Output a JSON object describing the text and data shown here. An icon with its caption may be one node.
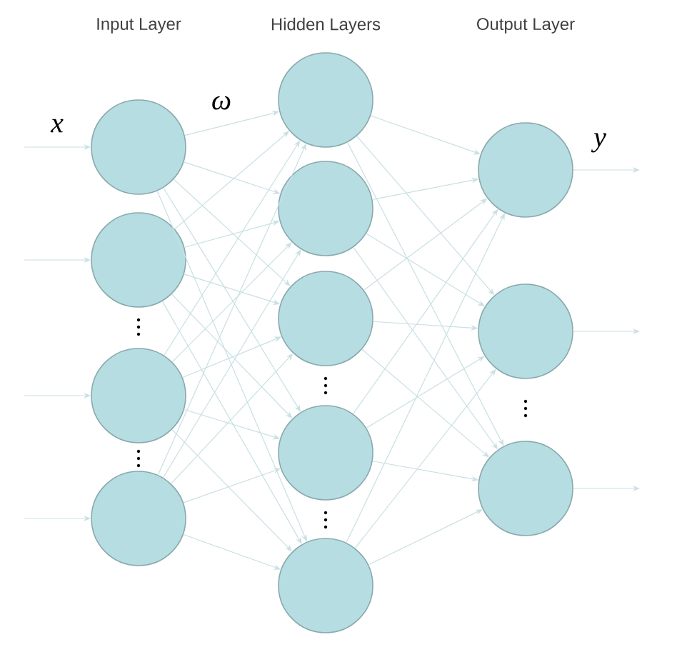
{
  "diagram": {
    "nodes": [
      {
        "text": [],
        "shape": "circle"
      },
      {
        "text": [],
        "shape": "circle"
      },
      {
        "text": [],
        "shape": "circle"
      },
      {
        "text": [],
        "shape": "circle"
      },
      {
        "text": [],
        "shape": "circle"
      },
      {
        "text": [],
        "shape": "circle"
      },
      {
        "text": [],
        "shape": "circle"
      },
      {
        "text": [],
        "shape": "circle"
      },
      {
        "text": [],
        "shape": "circle"
      },
      {
        "text": [],
        "shape": "circle"
      },
      {
        "text": [],
        "shape": "circle"
      },
      {
        "text": [],
        "shape": "circle"
      }
    ],
    "edges": [
      {
        "from": null,
        "to": 0,
        "arrow": "to"
      },
      {
        "from": null,
        "to": 1,
        "arrow": "to"
      },
      {
        "from": null,
        "to": 2,
        "arrow": "to"
      },
      {
        "from": null,
        "to": 3,
        "arrow": "to"
      },
      {
        "from": 0,
        "to": 4,
        "arrow": "to"
      },
      {
        "from": 0,
        "to": 5,
        "arrow": "to"
      },
      {
        "from": 0,
        "to": 6,
        "arrow": "to"
      },
      {
        "from": 0,
        "to": 7,
        "arrow": "to"
      },
      {
        "from": 0,
        "to": 8,
        "arrow": "to"
      },
      {
        "from": 1,
        "to": 4,
        "arrow": "to"
      },
      {
        "from": 1,
        "to": 5,
        "arrow": "to"
      },
      {
        "from": 1,
        "to": 6,
        "arrow": "to"
      },
      {
        "from": 1,
        "to": 7,
        "arrow": "to"
      },
      {
        "from": 1,
        "to": 8,
        "arrow": "to"
      },
      {
        "from": 2,
        "to": 4,
        "arrow": "to"
      },
      {
        "from": 2,
        "to": 5,
        "arrow": "to"
      },
      {
        "from": 2,
        "to": 6,
        "arrow": "to"
      },
      {
        "from": 2,
        "to": 7,
        "arrow": "to"
      },
      {
        "from": 2,
        "to": 8,
        "arrow": "to"
      },
      {
        "from": 3,
        "to": 4,
        "arrow": "to"
      },
      {
        "from": 3,
        "to": 5,
        "arrow": "to"
      },
      {
        "from": 3,
        "to": 6,
        "arrow": "to"
      },
      {
        "from": 3,
        "to": 7,
        "arrow": "to"
      },
      {
        "from": 3,
        "to": 8,
        "arrow": "to"
      },
      {
        "from": 4,
        "to": 9,
        "arrow": "to"
      },
      {
        "from": 4,
        "to": 10,
        "arrow": "to"
      },
      {
        "from": 4,
        "to": 11,
        "arrow": "to"
      },
      {
        "from": 5,
        "to": 9,
        "arrow": "to"
      },
      {
        "from": 5,
        "to": 10,
        "arrow": "to"
      },
      {
        "from": 5,
        "to": 11,
        "arrow": "to"
      },
      {
        "from": 6,
        "to": 9,
        "arrow": "to"
      },
      {
        "from": 6,
        "to": 10,
        "arrow": "to"
      },
      {
        "from": 6,
        "to": 11,
        "arrow": "to"
      },
      {
        "from": 7,
        "to": 9,
        "arrow": "to"
      },
      {
        "from": 7,
        "to": 10,
        "arrow": "to"
      },
      {
        "from": 7,
        "to": 11,
        "arrow": "to"
      },
      {
        "from": 8,
        "to": 9,
        "arrow": "to"
      },
      {
        "from": 8,
        "to": 10,
        "arrow": "to"
      },
      {
        "from": 8,
        "to": 11,
        "arrow": "to"
      },
      {
        "from": 9,
        "to": null,
        "arrow": "to"
      },
      {
        "from": 10,
        "to": null,
        "arrow": "to"
      },
      {
        "from": 11,
        "to": null,
        "arrow": "to"
      }
    ],
    "labels": [
      "Input Layer",
      "Hidden Layers",
      "Output Layer",
      "x",
      "ω",
      "y"
    ]
  }
}
